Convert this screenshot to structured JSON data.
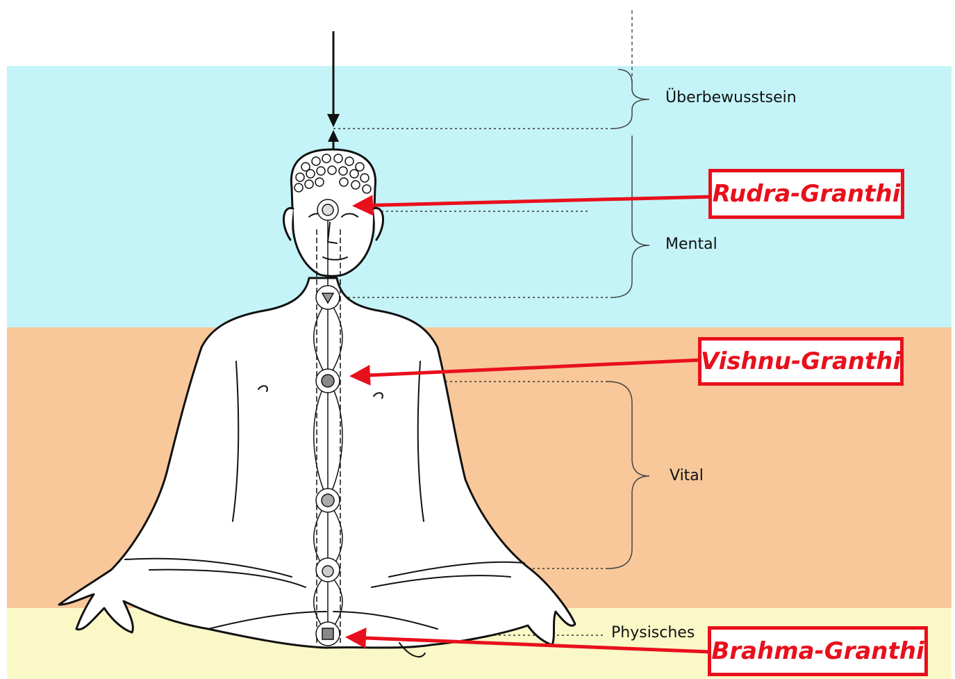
{
  "colors": {
    "mental_band": "#c4f4f8",
    "vital_band": "#f8c89a",
    "physical_band": "#fbf8c8",
    "granthi_red": "#e8101c",
    "line": "#111111"
  },
  "levels": {
    "superconscious": "Überbewusstsein",
    "mental": "Mental",
    "vital": "Vital",
    "physical": "Physisches"
  },
  "granthis": {
    "rudra": "Rudra-Granthi",
    "vishnu": "Vishnu-Granthi",
    "brahma": "Brahma-Granthi"
  },
  "icons": {
    "figure": "seated-meditating-figure-icon",
    "chakra": "chakra-lotus-icon",
    "arrow": "arrow-icon",
    "brace": "curly-brace-icon"
  }
}
